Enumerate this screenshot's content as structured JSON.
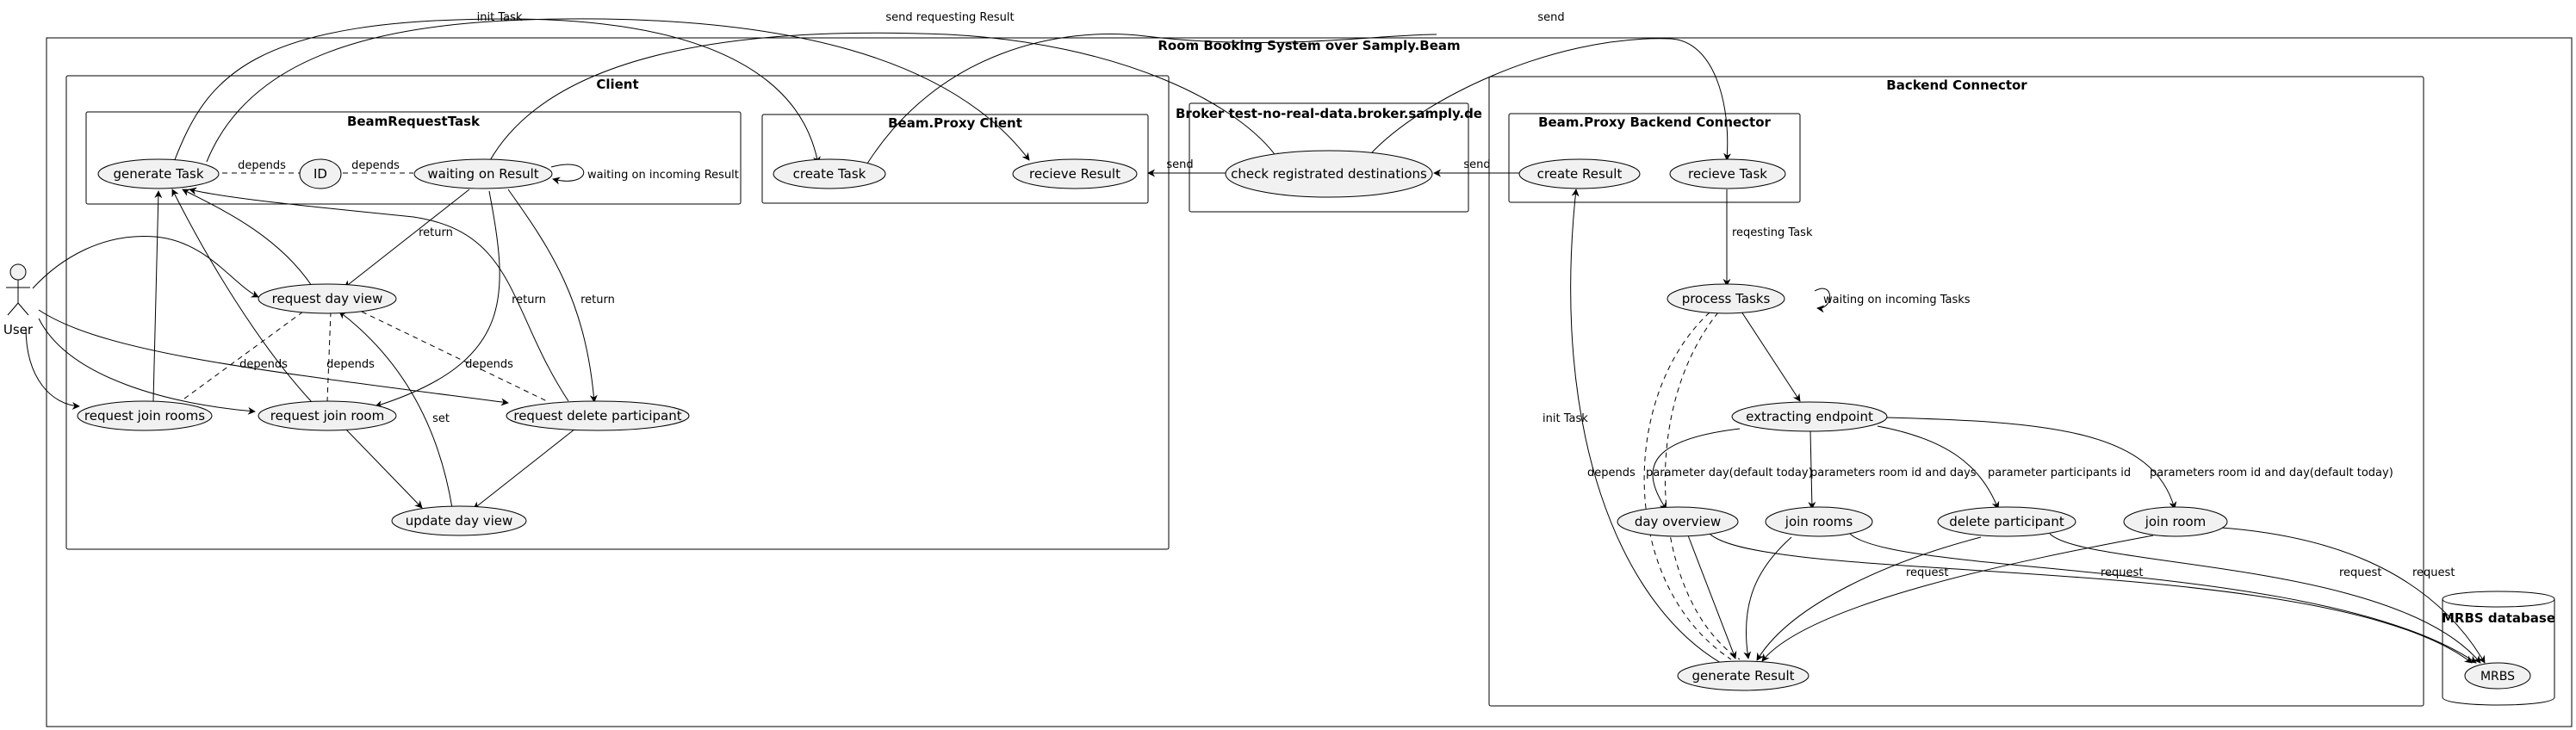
{
  "packages": {
    "system": "Room Booking System over Samply.Beam",
    "client": "Client",
    "beam_request_task": "BeamRequestTask",
    "beam_proxy_client": "Beam.Proxy Client",
    "broker": "Broker test-no-real-data.broker.samply.de",
    "backend_connector": "Backend Connector",
    "beam_proxy_backend": "Beam.Proxy Backend Connector",
    "mrbs_database": "MRBS database"
  },
  "actor": {
    "name": "User"
  },
  "nodes": {
    "generate_task": "generate Task",
    "id": "ID",
    "waiting_on_result": "waiting on Result",
    "request_day_view": "request day view",
    "request_join_rooms": "request join rooms",
    "request_join_room": "request join room",
    "request_delete_participant": "request delete participant",
    "update_day_view": "update day view",
    "create_task": "create Task",
    "recieve_result": "recieve Result",
    "check_destinations": "check registrated destinations",
    "create_result": "create Result",
    "recieve_task": "recieve Task",
    "process_tasks": "process Tasks",
    "extracting_endpoint": "extracting endpoint",
    "day_overview": "day overview",
    "join_rooms": "join rooms",
    "delete_participant": "delete participant",
    "join_room": "join room",
    "generate_result": "generate Result",
    "mrbs": "MRBS"
  },
  "edge_labels": {
    "init_task_top": "init Task",
    "send_requesting_result": "send  requesting Result",
    "send_top": "send",
    "depends_1": "depends",
    "depends_2": "depends",
    "waiting_incoming_result": "waiting on incoming Result",
    "return_1": "return",
    "return_2": "return",
    "return_3": "return",
    "depends_3": "depends",
    "depends_4": "depends",
    "depends_5": "depends",
    "set": "set",
    "send_left": "send",
    "send_right": "send",
    "reqesting_task": "reqesting Task",
    "waiting_incoming_tasks": "waiting on incoming Tasks",
    "param_day": "parameter day(default today)",
    "param_rooms_days": "parameters room id and days",
    "param_participants": "parameter participants id",
    "param_room_day": "parameters room id and day(default today)",
    "init_task_backend": "init Task",
    "depends_backend": "depends",
    "request_1": "request",
    "request_2": "request",
    "request_3": "request",
    "request_4": "request"
  }
}
